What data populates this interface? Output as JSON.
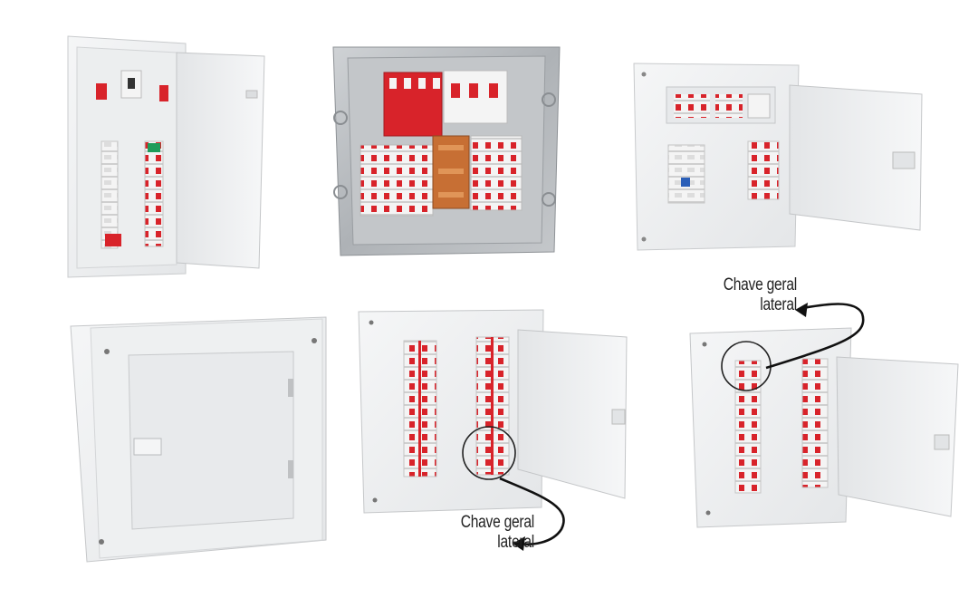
{
  "image": {
    "description_free": true,
    "background": "#ffffff"
  },
  "callouts": {
    "bottom": {
      "line1": "Chave geral",
      "line2": "lateral"
    },
    "top": {
      "line1": "Chave geral",
      "line2": "lateral"
    }
  },
  "colors": {
    "enclosure": "#f1f2f3",
    "enclosure_shade": "#d9dbdd",
    "breaker_red": "#d8232a",
    "breaker_white": "#f7f7f7",
    "galvanized": "#b9bcbf",
    "copper": "#d07a3a"
  },
  "icons": {
    "arrow": "curved-arrow-icon",
    "highlight": "circle-highlight-icon"
  }
}
